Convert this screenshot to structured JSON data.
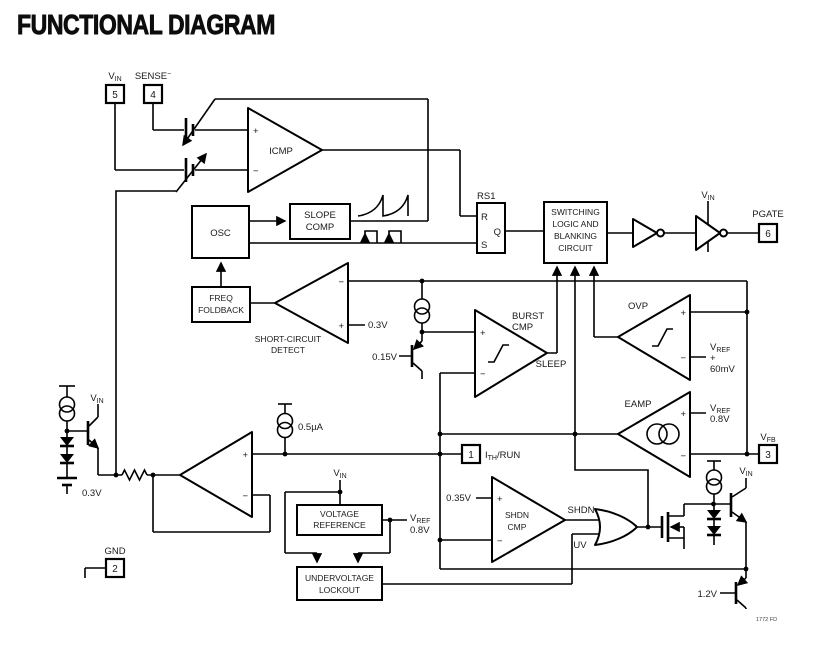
{
  "title": "FUNCTIONAL DIAGRAM",
  "note": "1772 FD",
  "pins": {
    "p5": "5",
    "p4": "4",
    "p6": "6",
    "p3": "3",
    "p1": "1",
    "p2": "2"
  },
  "labels": {
    "vin": {
      "base": "V",
      "sub": "IN"
    },
    "sense": {
      "base": "SENSE",
      "sup": "−"
    },
    "vfb": {
      "base": "V",
      "sub": "FB"
    },
    "vref": {
      "base": "V",
      "sub": "REF"
    },
    "ith": {
      "base": "I",
      "sub": "TH",
      "rest": "/RUN"
    },
    "pgate": "PGATE",
    "gnd": "GND"
  },
  "blocks": {
    "osc": "OSC",
    "slope": [
      "SLOPE",
      "COMP"
    ],
    "freq": [
      "FREQ",
      "FOLDBACK"
    ],
    "switching": [
      "SWITCHING",
      "LOGIC AND",
      "BLANKING",
      "CIRCUIT"
    ],
    "vrefblk": [
      "VOLTAGE",
      "REFERENCE"
    ],
    "uvlo": [
      "UNDERVOLTAGE",
      "LOCKOUT"
    ],
    "rs1": {
      "title": "RS1",
      "r": "R",
      "q": "Q",
      "s": "S"
    }
  },
  "amps": {
    "icmp": "ICMP",
    "scd": [
      "SHORT-CIRCUIT",
      "DETECT"
    ],
    "burst": [
      "BURST",
      "CMP"
    ],
    "ovp": "OVP",
    "eamp": "EAMP",
    "shdn": [
      "SHDN",
      "CMP"
    ]
  },
  "signals": {
    "sleep": "SLEEP",
    "shdn": "SHDN",
    "uv": "UV"
  },
  "values": {
    "sc_threshold": "0.3V",
    "burst_clamp": "0.15V",
    "clamp_battery": "0.3V",
    "ith_pullup": "0.5µA",
    "shdn_threshold": "0.35V",
    "ovp_plus": "+",
    "ovp_offset": "60mV",
    "eamp_ref": "0.8V",
    "vref_out": "0.8V",
    "clamp_base": "1.2V"
  },
  "polarity": {
    "plus": "+",
    "minus": "−"
  }
}
